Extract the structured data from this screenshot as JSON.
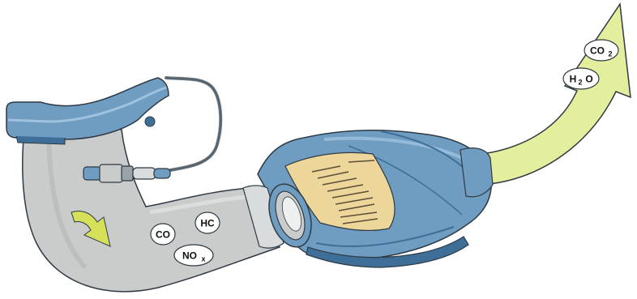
{
  "diagram": {
    "colors": {
      "pipe": "#c9cccb",
      "pipe_outline": "#2f3a44",
      "metal_blue": "#6f9cc1",
      "metal_blue_dark": "#3d6f99",
      "metal_blue_light": "#9fc2de",
      "catalyst_substrate": "#ecd69a",
      "catalyst_lines": "#5c4f3a",
      "outlet_arrow": "#e4ef9e",
      "inlet_arrow": "#d6e15a",
      "sensor_cable": "#6b7780"
    },
    "inlet_gases": {
      "co": {
        "text": "CO"
      },
      "hc": {
        "text": "HC"
      },
      "nox": {
        "base": "NO",
        "sub": "x"
      }
    },
    "outlet_gases": {
      "co2": {
        "base": "CO",
        "sub": "2"
      },
      "h2o": {
        "base": "H",
        "sub": "2",
        "tail": "O"
      }
    },
    "icons": {
      "sensor": "oxygen-sensor-icon",
      "inlet_arrow": "curved-flow-arrow-icon",
      "outlet_arrow": "exhaust-outflow-arrow-icon"
    }
  }
}
